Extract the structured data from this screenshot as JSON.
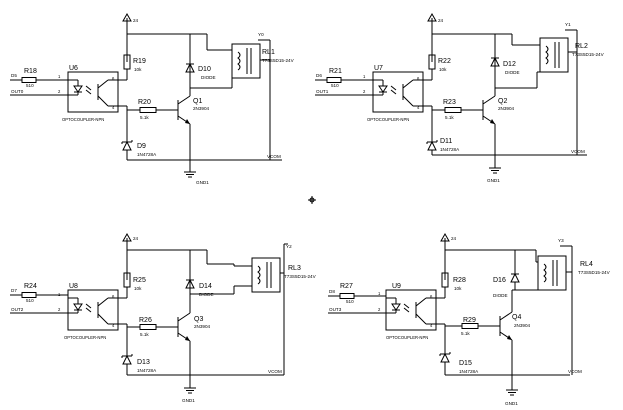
{
  "cells": [
    {
      "vcc": "24",
      "opto_ref": "U6",
      "opto_part": "OPTOCOUPLER-NPN",
      "in_net": "D5",
      "in_res_ref": "R18",
      "in_res_val": "510",
      "out_net": "OUT0",
      "r_pull_ref": "R19",
      "r_pull_val": "10k",
      "r_base_ref": "R20",
      "r_base_val": "5.1k",
      "q_ref": "Q1",
      "q_part": "2N3904",
      "diode_ref": "D10",
      "diode_part": "DIODE",
      "zener_ref": "D9",
      "zener_part": "1N4728A",
      "relay_ref": "RL1",
      "relay_part": "T73S5D15-24V",
      "relay_out": "Y0",
      "gnd": "GND1",
      "vcom": "VCOM",
      "pin1": "1",
      "pin2": "2",
      "pin4": "4",
      "pin6": "6"
    },
    {
      "vcc": "24",
      "opto_ref": "U7",
      "opto_part": "OPTOCOUPLER-NPN",
      "in_net": "D6",
      "in_res_ref": "R21",
      "in_res_val": "510",
      "out_net": "OUT1",
      "r_pull_ref": "R22",
      "r_pull_val": "10k",
      "r_base_ref": "R23",
      "r_base_val": "5.1k",
      "q_ref": "Q2",
      "q_part": "2N3904",
      "diode_ref": "D12",
      "diode_part": "DIODE",
      "zener_ref": "D11",
      "zener_part": "1N4728A",
      "relay_ref": "RL2",
      "relay_part": "T73S5D15-24V",
      "relay_out": "Y1",
      "gnd": "GND1",
      "vcom": "VCOM",
      "pin1": "1",
      "pin2": "2",
      "pin4": "4",
      "pin6": "6"
    },
    {
      "vcc": "24",
      "opto_ref": "U8",
      "opto_part": "OPTOCOUPLER-NPN",
      "in_net": "D7",
      "in_res_ref": "R24",
      "in_res_val": "510",
      "out_net": "OUT2",
      "r_pull_ref": "R25",
      "r_pull_val": "10k",
      "r_base_ref": "R26",
      "r_base_val": "5.1k",
      "q_ref": "Q3",
      "q_part": "2N3904",
      "diode_ref": "D14",
      "diode_part": "DIODE",
      "zener_ref": "D13",
      "zener_part": "1N4728A",
      "relay_ref": "RL3",
      "relay_part": "T73S5D15-24V",
      "relay_out": "Y2",
      "gnd": "GND1",
      "vcom": "VCOM",
      "pin1": "1",
      "pin2": "2",
      "pin4": "4",
      "pin6": "6"
    },
    {
      "vcc": "24",
      "opto_ref": "U9",
      "opto_part": "OPTOCOUPLER-NPN",
      "in_net": "D8",
      "in_res_ref": "R27",
      "in_res_val": "510",
      "out_net": "OUT3",
      "r_pull_ref": "R28",
      "r_pull_val": "10k",
      "r_base_ref": "R29",
      "r_base_val": "5.1k",
      "q_ref": "Q4",
      "q_part": "2N3904",
      "diode_ref": "D16",
      "diode_part": "DIODE",
      "zener_ref": "D15",
      "zener_part": "1N4728A",
      "relay_ref": "RL4",
      "relay_part": "T73S5D15-24V",
      "relay_out": "Y3",
      "gnd": "GND1",
      "vcom": "VCOM",
      "pin1": "1",
      "pin2": "2",
      "pin4": "4",
      "pin6": "6"
    }
  ]
}
